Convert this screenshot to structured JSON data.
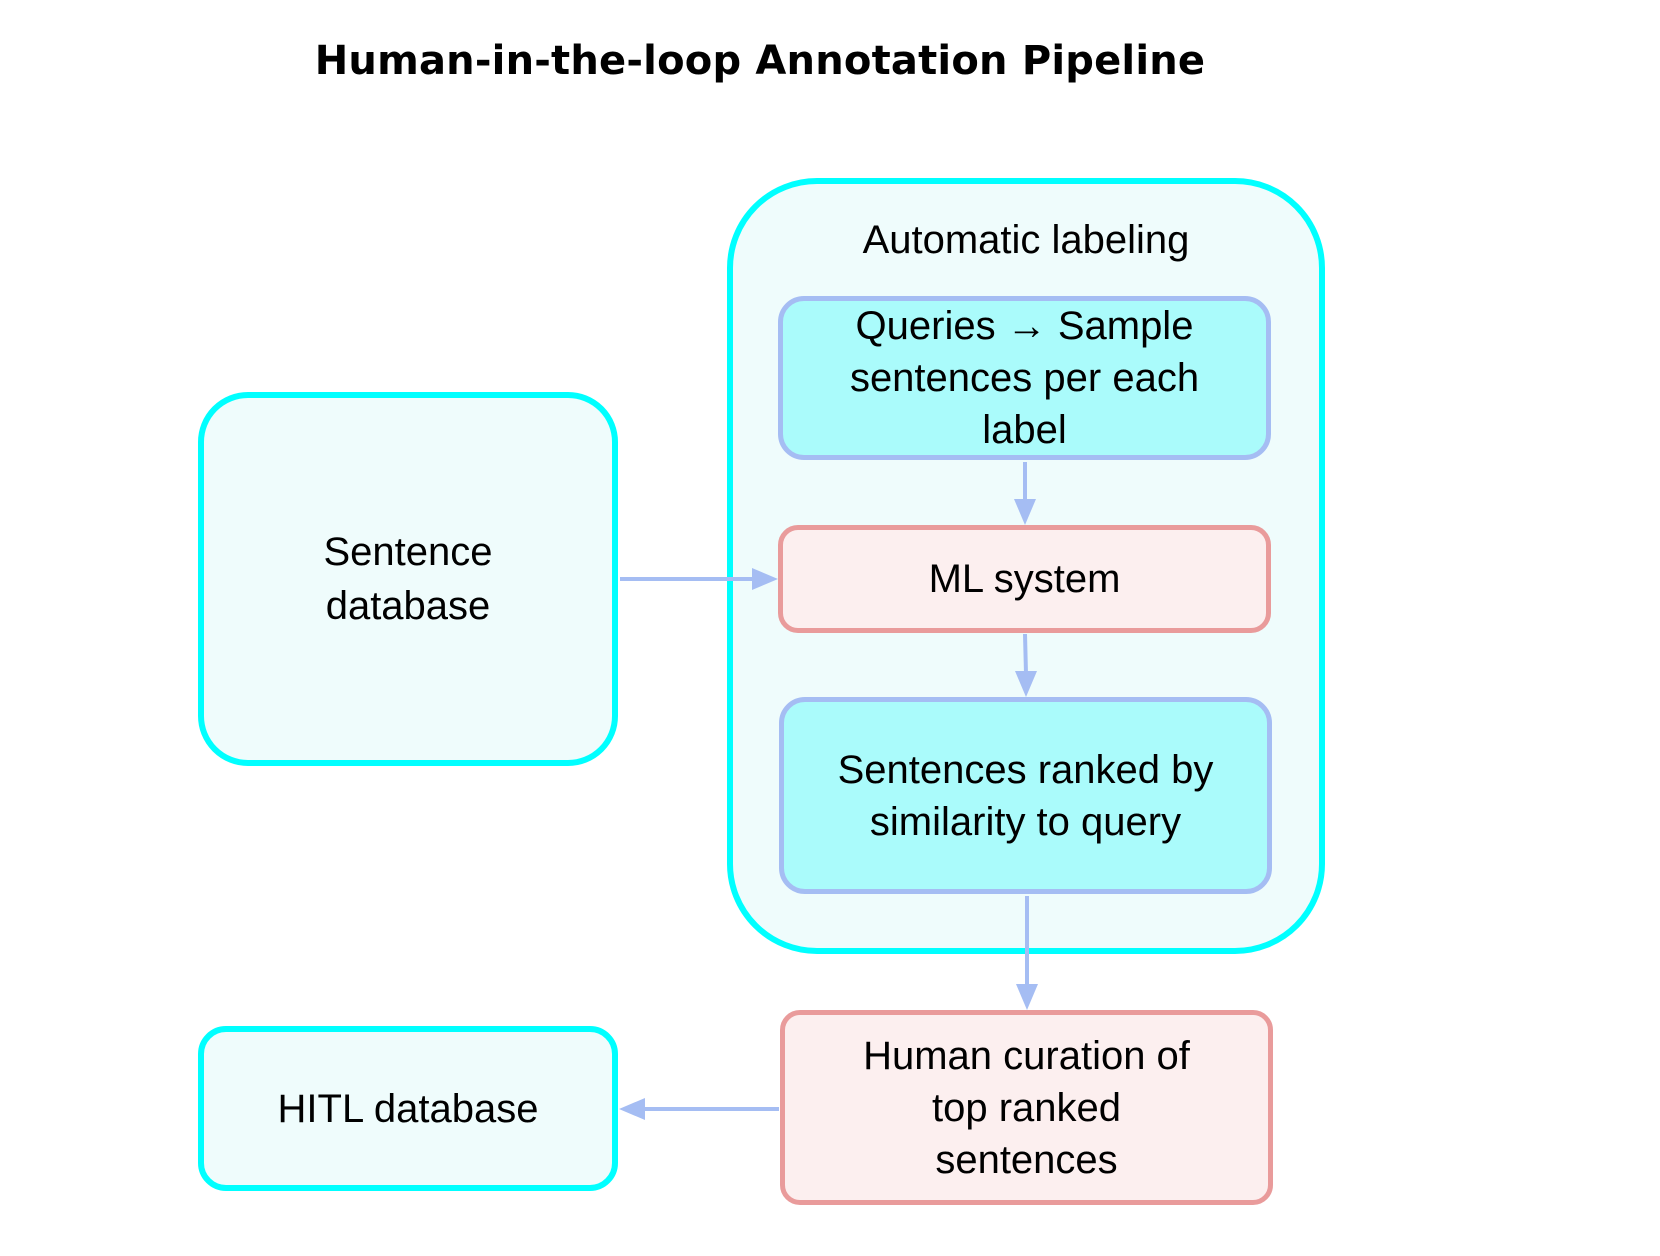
{
  "title": "Human-in-the-loop Annotation Pipeline",
  "cluster": {
    "label": "Automatic labeling"
  },
  "nodes": {
    "sentence_db": "Sentence database",
    "queries": "Queries → Sample sentences per each label",
    "ml_system": "ML system",
    "ranked": "Sentences ranked by similarity to query",
    "curation": "Human curation of top ranked sentences",
    "hitl_db": "HITL database"
  },
  "colors": {
    "store_border": "#00ffff",
    "store_fill": "#effcfc",
    "process_blue_border": "#a5bdf3",
    "process_blue_fill": "#aafbfb",
    "process_red_border": "#e99b9b",
    "process_red_fill": "#fcefef",
    "edge": "#a5bdf3"
  }
}
